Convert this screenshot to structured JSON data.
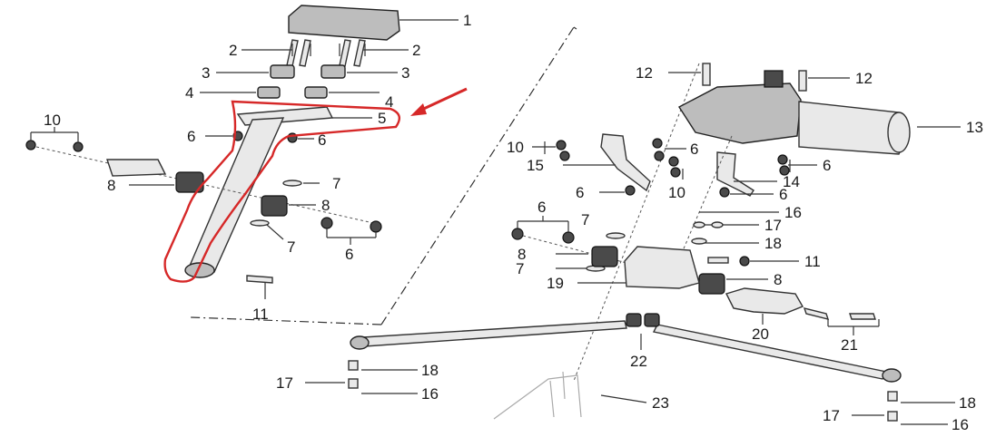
{
  "callouts": {
    "c1": "1",
    "c2a": "2",
    "c2b": "2",
    "c3a": "3",
    "c3b": "3",
    "c4a": "4",
    "c4b": "4",
    "c5": "5",
    "c6a": "6",
    "c6b": "6",
    "c10a": "10",
    "c8a": "8",
    "c7a": "7",
    "c8b": "8",
    "c7b": "7",
    "c6c": "6",
    "c11a": "11",
    "c12a": "12",
    "c12b": "12",
    "c13": "13",
    "c10b": "10",
    "c6d": "6",
    "c15": "15",
    "c6e": "6",
    "c10c": "10",
    "c14": "14",
    "c6f": "6",
    "c16a": "16",
    "c6g": "6",
    "c7c": "7",
    "c17a": "17",
    "c18a": "18",
    "c8c": "8",
    "c11b": "11",
    "c7d": "7",
    "c19": "19",
    "c8d": "8",
    "c20": "20",
    "c21": "21",
    "c22": "22",
    "c18b": "18",
    "c17b": "17",
    "c16b": "16",
    "c23": "23",
    "c18c": "18",
    "c17c": "17",
    "c16c": "16"
  },
  "colors": {
    "highlight": "#d62828",
    "line": "#333333",
    "label": "#1a1a1a"
  }
}
